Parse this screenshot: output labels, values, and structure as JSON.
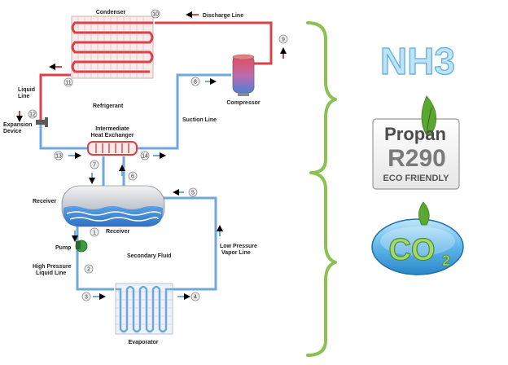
{
  "diagram": {
    "labels": {
      "condenser": "Condenser",
      "discharge_line": "Discharge Line",
      "liquid_line": [
        "Liquid",
        "Line"
      ],
      "refrigerant": "Refrigerant",
      "compressor": "Compressor",
      "expansion_device": [
        "Expansion",
        "Device"
      ],
      "intermediate_hx": [
        "Intermediate",
        "Heat Exchanger"
      ],
      "suction_line": "Suction Line",
      "receiver_left": "Receiver",
      "receiver_bottom": "Receiver",
      "pump": "Pump",
      "secondary_fluid": "Secondary Fluid",
      "high_pressure_liquid_line": [
        "High Pressure",
        "Liquid Line"
      ],
      "low_pressure_vapor_line": [
        "Low Pressure",
        "Vapor Line"
      ],
      "evaporator": "Evaporator"
    },
    "points": [
      "1",
      "2",
      "3",
      "4",
      "5",
      "6",
      "7",
      "8",
      "9",
      "10",
      "11",
      "12",
      "13",
      "14"
    ]
  },
  "refrigerants": {
    "nh3": "NH3",
    "propan": "Propan",
    "r290": "R290",
    "eco_friendly": "ECO FRIENDLY",
    "co": "CO",
    "co_sub": "2"
  },
  "colors": {
    "hot_line": "#d9414b",
    "cold_line": "#6fa8dc",
    "brace": "#8cc152",
    "nh3": "#9bd0ef",
    "leaf": "#5aa832"
  }
}
